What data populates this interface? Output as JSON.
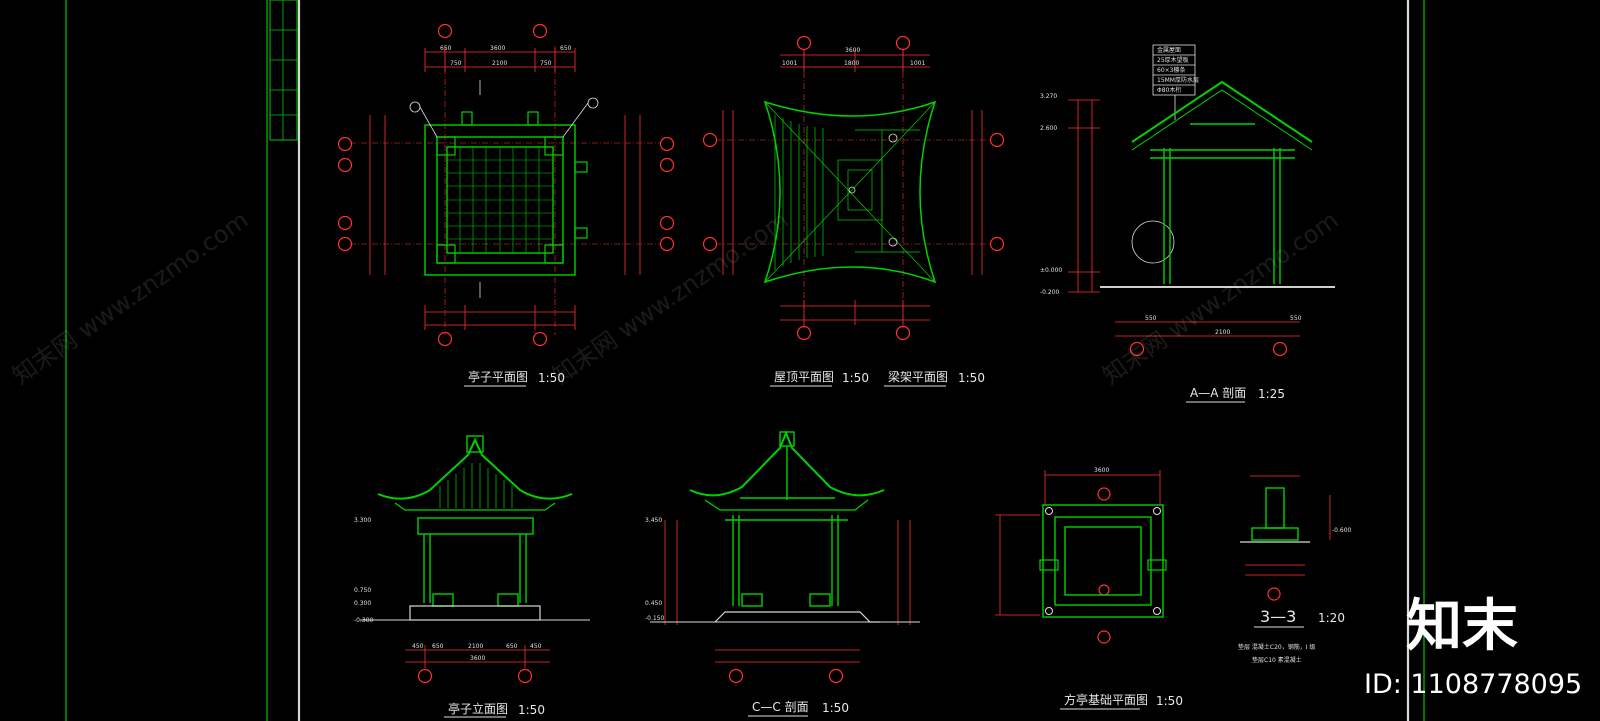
{
  "drawings": {
    "plan": {
      "title": "亭子平面图",
      "scale": "1:50"
    },
    "roof": {
      "title": "屋顶平面图",
      "scale": "1:50"
    },
    "beam": {
      "title": "梁架平面图",
      "scale": "1:50"
    },
    "section_a": {
      "title": "A—A 剖面",
      "scale": "1:25"
    },
    "elevation": {
      "title": "亭子立面图",
      "scale": "1:50"
    },
    "section_c": {
      "title": "C—C 剖面",
      "scale": "1:50"
    },
    "foundation": {
      "title": "方亭基础平面图",
      "scale": "1:50"
    },
    "detail": {
      "title": "3—3",
      "scale": "1:20"
    }
  },
  "dimensions": {
    "plan_top": [
      "650",
      "750",
      "2100",
      "750",
      "650"
    ],
    "plan_total": "3600",
    "roof_top": [
      "1001",
      "1800",
      "1001"
    ],
    "roof_total": "3600",
    "section_bottom": [
      "550",
      "2100",
      "550"
    ],
    "elev_bottom": [
      "450",
      "650",
      "2100",
      "650",
      "450"
    ],
    "elev_total": "3600",
    "levels_left": [
      "3.300",
      "0.750",
      "0.300",
      "-0.300"
    ],
    "levels_right": [
      "3.450",
      "0.450",
      "-0.150"
    ],
    "section_levels": [
      "3.270",
      "2.600",
      "±0.000",
      "-0.200"
    ],
    "foundation_total": "3600",
    "detail_levels": [
      "-0.600"
    ]
  },
  "notes": {
    "section_stack": [
      "金属屋面",
      "25厚木望板",
      "60×3檩条",
      "15MM厚防水层",
      "Φ80木桁"
    ],
    "detail_note_1": "垫层 混凝土C20，钢筋，Ⅰ 级",
    "detail_note_2": "垫层C10 素混凝土"
  },
  "watermark": {
    "text": "知末网 www.znzmo.com"
  },
  "brand": {
    "logo": "知末",
    "id": "ID: 1108778095"
  },
  "colors": {
    "line": "#00d200",
    "dim": "#ff3030",
    "text": "#e8e8e8",
    "frame": "#d8d8d8"
  }
}
